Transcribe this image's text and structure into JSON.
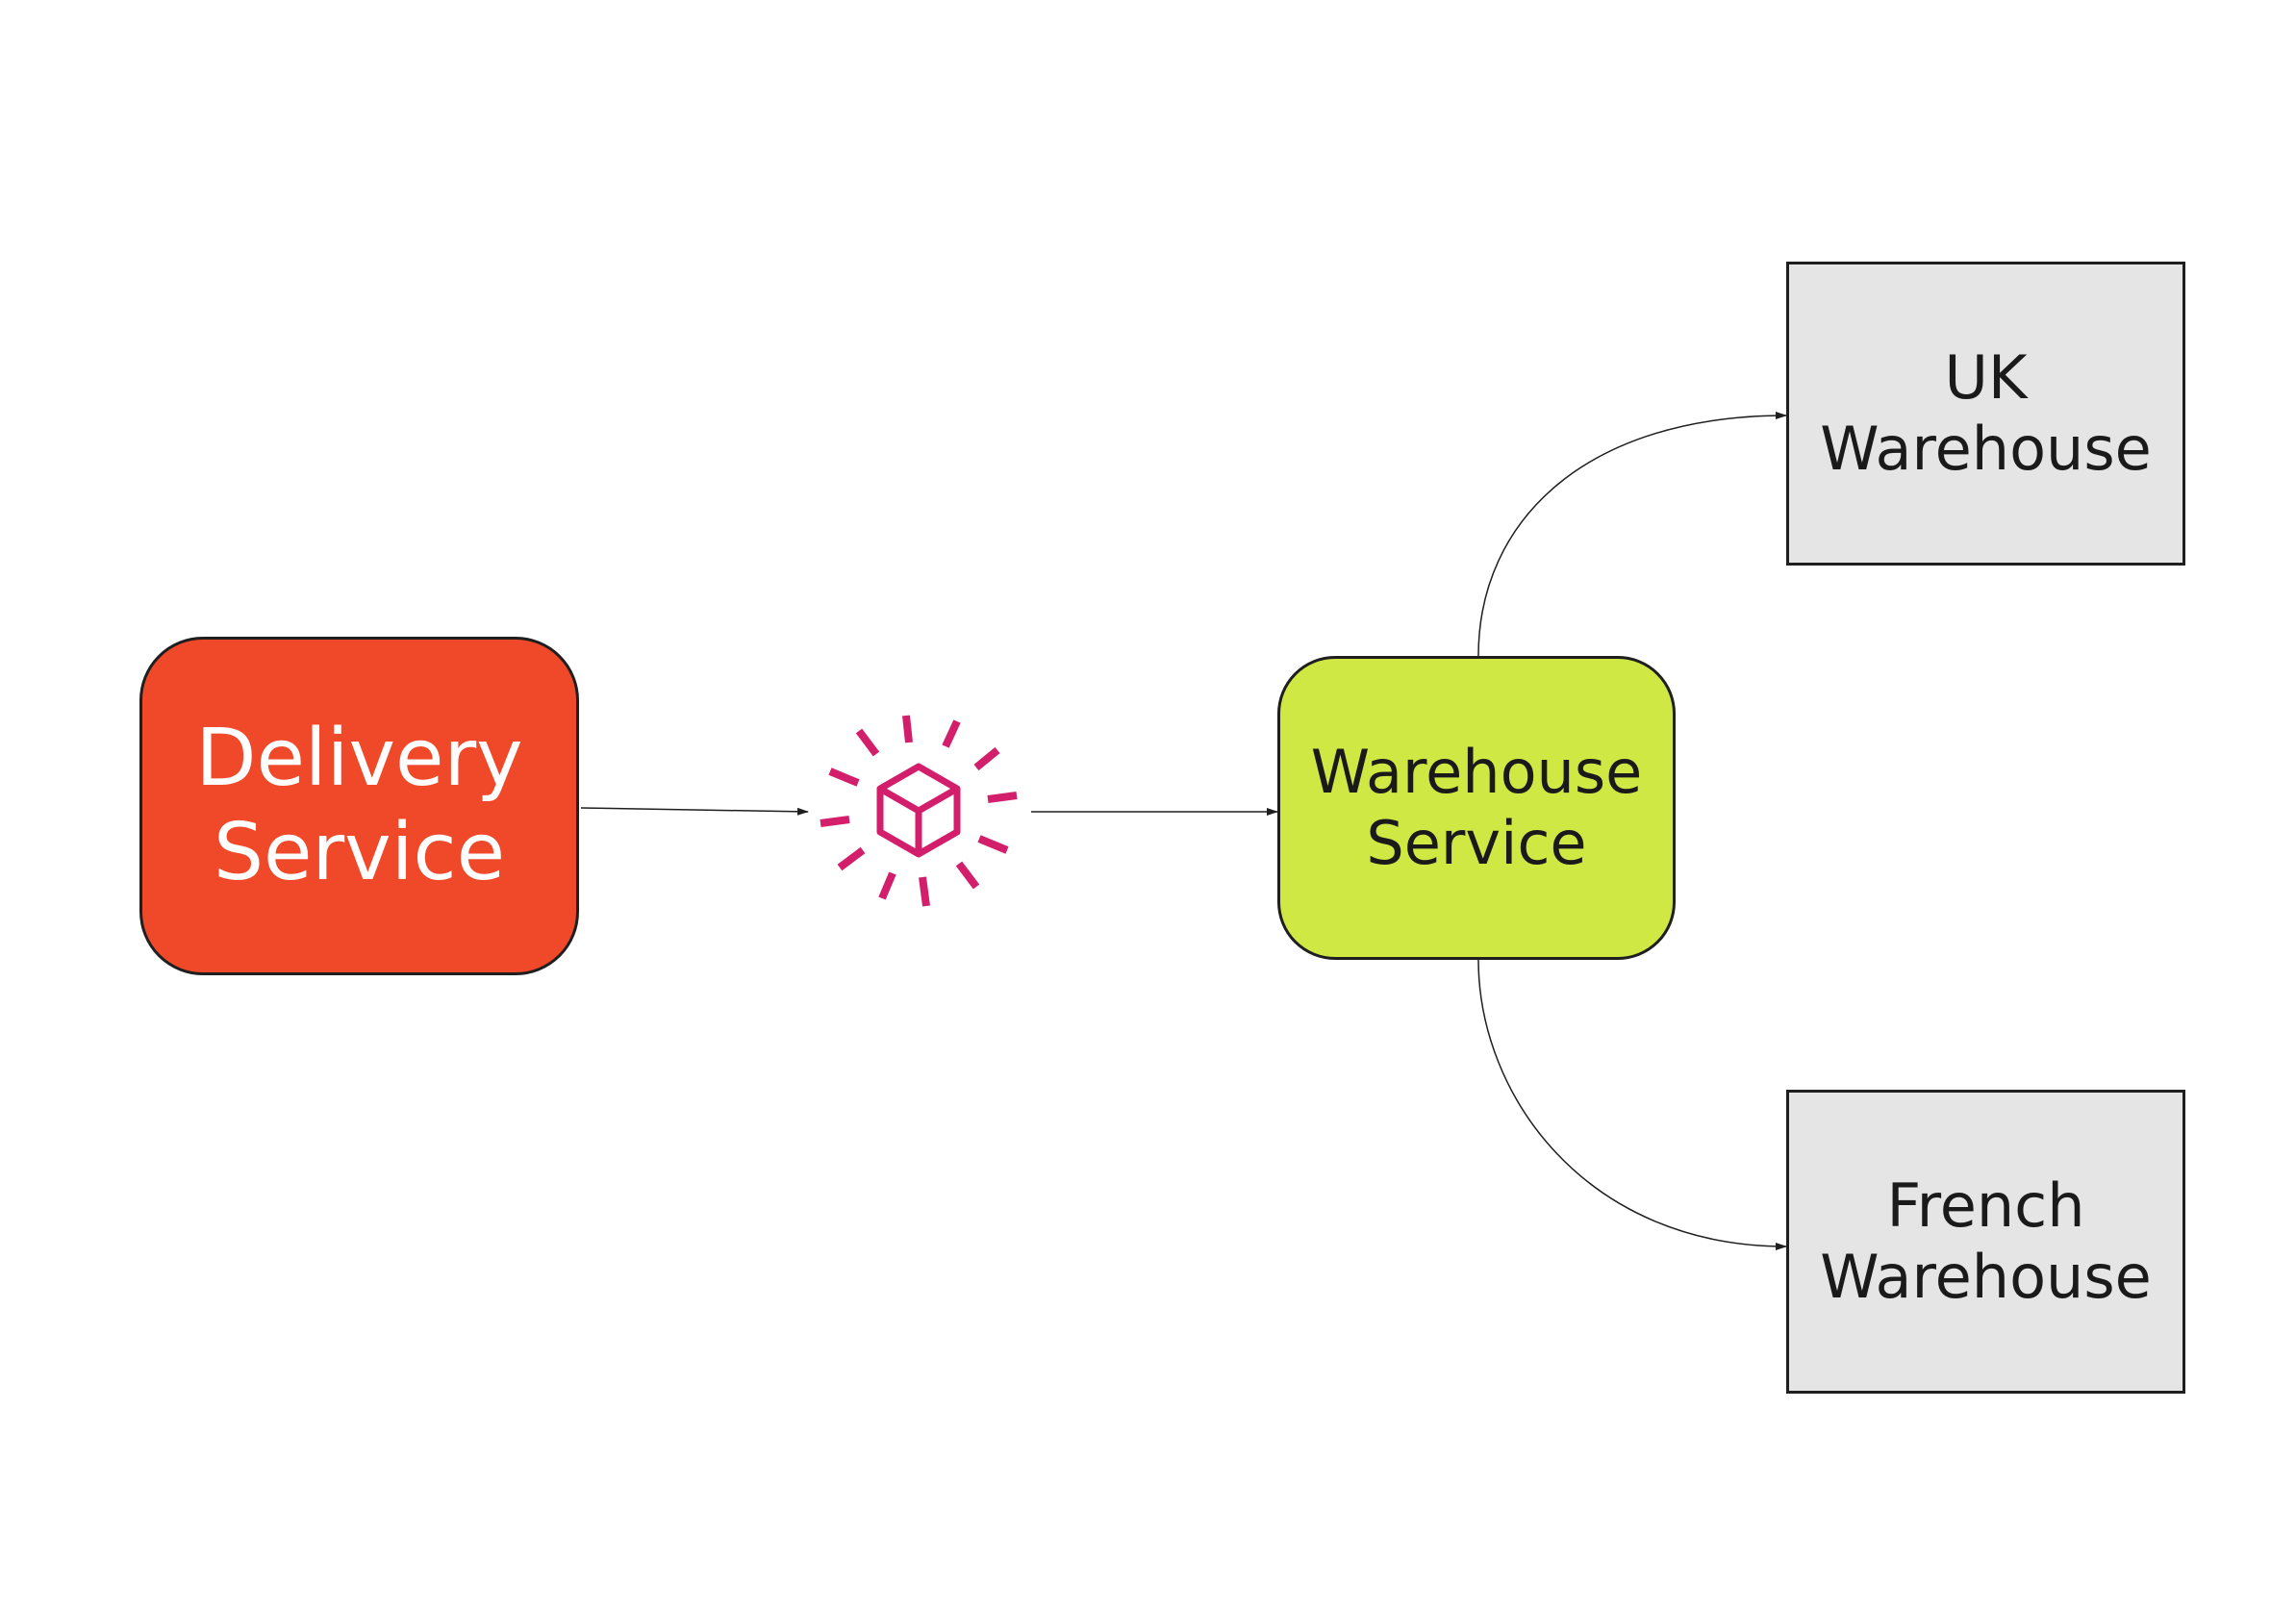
{
  "colors": {
    "delivery_fill": "#f0492a",
    "warehouse_service_fill": "#cfe843",
    "warehouse_fill": "#e5e5e5",
    "event_icon": "#d31f6b",
    "edge": "#1f1f1f"
  },
  "icons": {
    "event": "package-burst-icon"
  },
  "nodes": {
    "delivery_service": {
      "line1": "Delivery",
      "line2": "Service"
    },
    "warehouse_service": {
      "line1": "Warehouse",
      "line2": "Service"
    },
    "uk_warehouse": {
      "line1": "UK",
      "line2": "Warehouse"
    },
    "french_warehouse": {
      "line1": "French",
      "line2": "Warehouse"
    }
  },
  "edges": [
    {
      "from": "delivery_service",
      "to": "event"
    },
    {
      "from": "event",
      "to": "warehouse_service"
    },
    {
      "from": "warehouse_service",
      "to": "uk_warehouse"
    },
    {
      "from": "warehouse_service",
      "to": "french_warehouse"
    }
  ]
}
